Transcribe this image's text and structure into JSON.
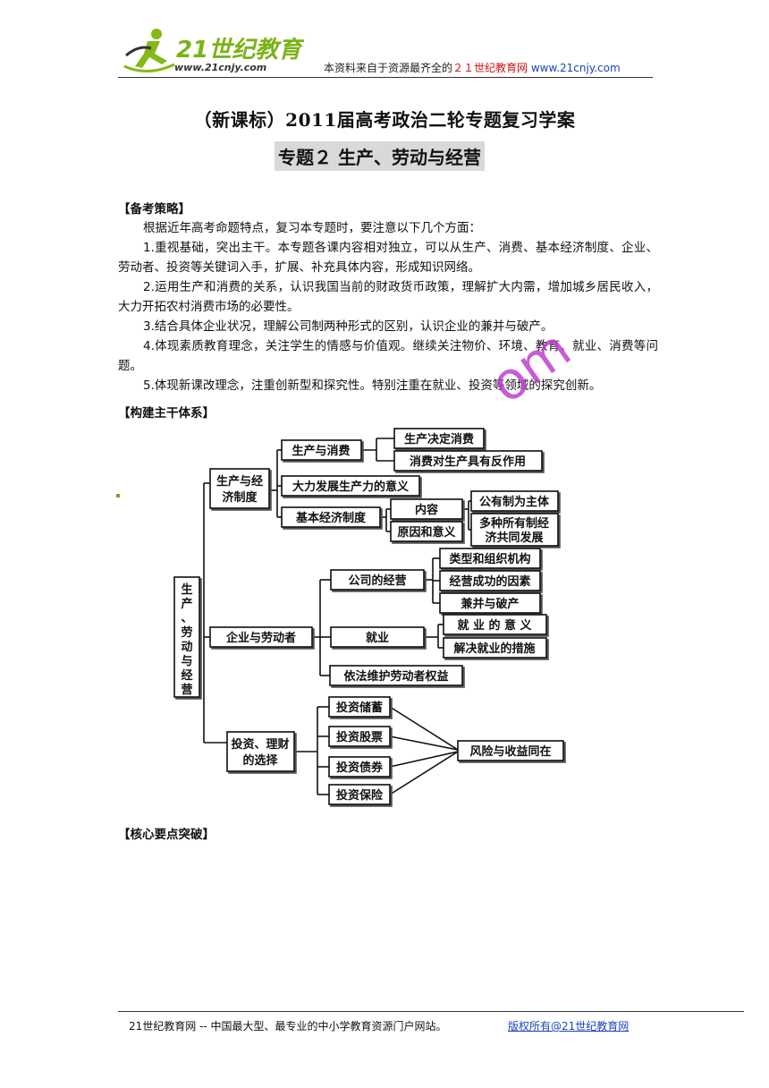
{
  "header": {
    "logo_text": "21世纪教育",
    "logo_url": "www.21cnjy.com",
    "note_prefix": "本资料来自于资源最齐全的",
    "note_site": "２１世纪教育网",
    "note_url": "www.21cnjy.com"
  },
  "title": "（新课标）2011届高考政治二轮专题复习学案",
  "subtitle": "专题２ 生产、劳动与经营",
  "sections": {
    "strategy_head": "【备考策略】",
    "framework_head": "【构建主干体系】",
    "core_head": "【核心要点突破】"
  },
  "strategy_paragraphs": [
    "根据近年高考命题特点，复习本专题时，要注意以下几个方面：",
    "1.重视基础，突出主干。本专题各课内容相对独立，可以从生产、消费、基本经济制度、企业、劳动者、投资等关键词入手，扩展、补充具体内容，形成知识网络。",
    "2.运用生产和消费的关系，认识我国当前的财政货币政策，理解扩大内需，增加城乡居民收入，大力开拓农村消费市场的必要性。",
    "3.结合具体企业状况，理解公司制两种形式的区别，认识企业的兼并与破产。",
    "4.体现素质教育理念，关注学生的情感与价值观。继续关注物价、环境、教育、就业、消费等问题。",
    "5.体现新课改理念，注重创新型和探究性。特别注重在就业、投资等领域的探究创新。"
  ],
  "mindmap": {
    "root": "生产、劳动与经营",
    "b1": "生产与经济制度",
    "b1_1": "生产与消费",
    "b1_1a": "生产决定消费",
    "b1_1b": "消费对生产具有反作用",
    "b1_2": "大力发展生产力的意义",
    "b1_3": "基本经济制度",
    "b1_3a": "内容",
    "b1_3b": "原因和意义",
    "b1_3c": "公有制为主体",
    "b1_3d": "多种所有制经济共同发展",
    "b2": "企业与劳动者",
    "b2_1": "公司的经营",
    "b2_1a": "类型和组织机构",
    "b2_1b": "经营成功的因素",
    "b2_1c": "兼并与破产",
    "b2_2": "就业",
    "b2_2a": "就 业 的 意 义",
    "b2_2b": "解决就业的措施",
    "b2_3": "依法维护劳动者权益",
    "b3": "投资、理财的选择",
    "b3_1": "投资储蓄",
    "b3_2": "投资股票",
    "b3_3": "投资债券",
    "b3_4": "投资保险",
    "b3_x": "风险与收益同在"
  },
  "watermark": "om",
  "footer": {
    "left": "21世纪教育网 -- 中国最大型、最专业的中小学教育资源门户网站。",
    "right": "版权所有@21世纪教育网"
  }
}
